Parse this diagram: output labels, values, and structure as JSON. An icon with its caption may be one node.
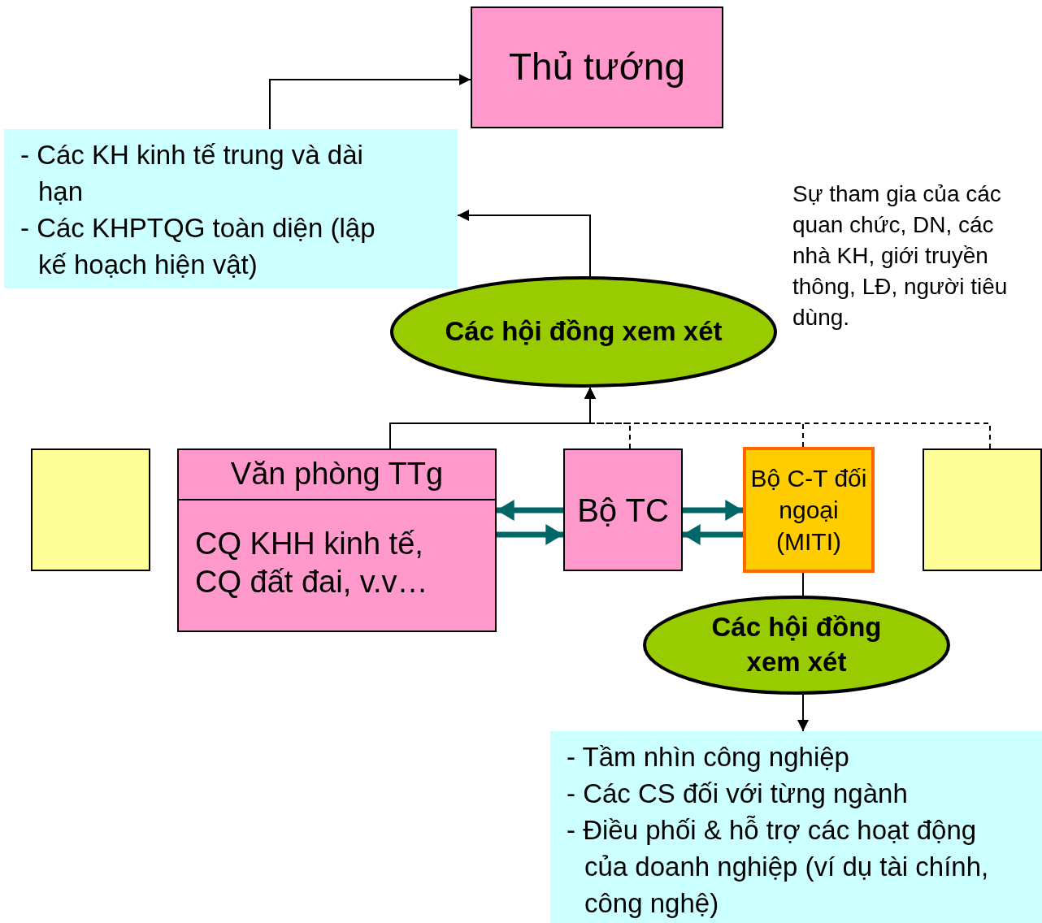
{
  "diagram": {
    "nodes": [
      {
        "text": [
          "Thủ tướng"
        ]
      },
      {
        "text": [
          "- Các KH kinh tế trung và dài hạn",
          "- Các KHPTQG toàn diện (lập kế hoạch hiện vật)"
        ]
      },
      {
        "text": [
          "Các hội đồng xem xét"
        ]
      },
      {
        "text": [],
        "shape": "box"
      },
      {
        "text": [
          "Văn phòng TTg",
          "CQ KHH kinh tế, CQ đất đai, v.v…"
        ]
      },
      {
        "text": [
          "Bộ TC"
        ]
      },
      {
        "text": [
          "Bộ C-T đối ngoại (MITI)"
        ]
      },
      {
        "text": [],
        "shape": "box"
      },
      {
        "text": [
          "Các hội đồng xem xét"
        ]
      },
      {
        "text": [
          "- Tầm nhìn công nghiệp",
          "- Các CS đối với từng ngành",
          "- Điều phối & hỗ trợ các hoạt động của doanh nghiệp (ví dụ tài chính, công nghệ)"
        ]
      }
    ],
    "edges": [
      {
        "from": 1,
        "to": 0,
        "arrow": "to"
      },
      {
        "from": 2,
        "to": 1,
        "arrow": "to"
      },
      {
        "from": 4,
        "to": 2,
        "arrow": "to"
      },
      {
        "from": 5,
        "to": 2,
        "arrow": "to",
        "style": "dashed"
      },
      {
        "from": 6,
        "to": 2,
        "arrow": "to",
        "style": "dashed"
      },
      {
        "from": 7,
        "to": 2,
        "arrow": "to",
        "style": "dashed"
      },
      {
        "from": 5,
        "to": 4,
        "arrow": "to",
        "style": "thick",
        "color": "#006666"
      },
      {
        "from": 4,
        "to": 5,
        "arrow": "to",
        "style": "thick",
        "color": "#006666"
      },
      {
        "from": 5,
        "to": 6,
        "arrow": "to",
        "style": "thick",
        "color": "#006666"
      },
      {
        "from": 6,
        "to": 5,
        "arrow": "to",
        "style": "thick",
        "color": "#006666"
      },
      {
        "from": 6,
        "to": 8,
        "arrow": "none"
      },
      {
        "from": 8,
        "to": 9,
        "arrow": "to"
      }
    ],
    "labels": [
      "Sự tham gia của các quan chức, DN, các nhà KH, giới truyền thông, LĐ, người tiêu dùng."
    ]
  }
}
